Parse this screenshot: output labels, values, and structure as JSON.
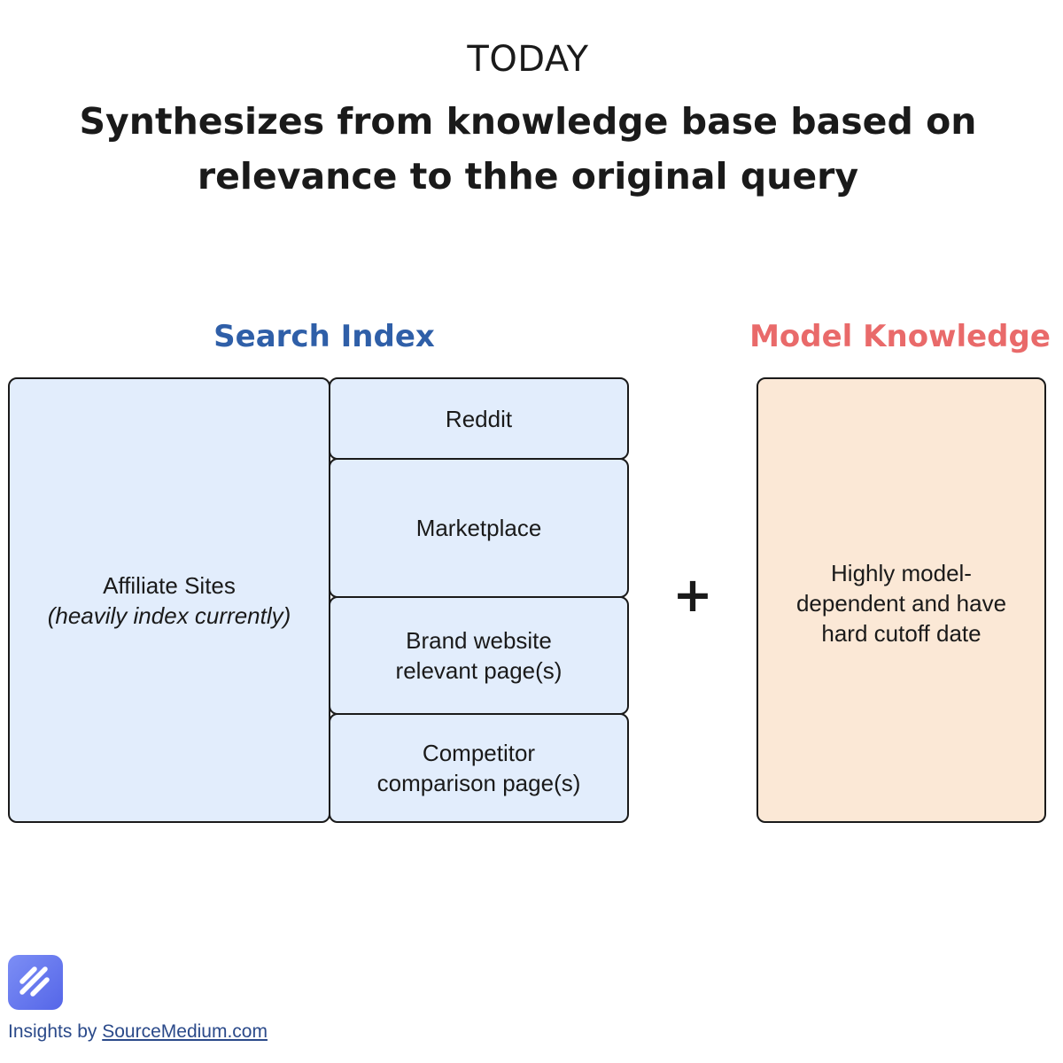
{
  "header": {
    "eyebrow": "TODAY",
    "title_line1": "Synthesizes from knowledge base based on",
    "title_line2": "relevance to thhe original query"
  },
  "search_index": {
    "title": "Search Index",
    "title_color": "#2f5fa8",
    "box_color": "#e2edfc",
    "affiliate": {
      "label": "Affiliate Sites",
      "note": "(heavily index currently)"
    },
    "sources": [
      {
        "line1": "Reddit",
        "line2": ""
      },
      {
        "line1": "Marketplace",
        "line2": ""
      },
      {
        "line1": "Brand website",
        "line2": "relevant page(s)"
      },
      {
        "line1": "Competitor",
        "line2": "comparison page(s)"
      }
    ]
  },
  "operator": "+",
  "model_knowledge": {
    "title": "Model Knowledge",
    "title_color": "#e96a6a",
    "box_color": "#fbe8d6",
    "line1": "Highly model-",
    "line2": "dependent and have",
    "line3": "hard cutoff date"
  },
  "footer": {
    "prefix": "Insights by ",
    "link": "SourceMedium.com",
    "logo_icon": "sourcemedium-logo-icon"
  }
}
